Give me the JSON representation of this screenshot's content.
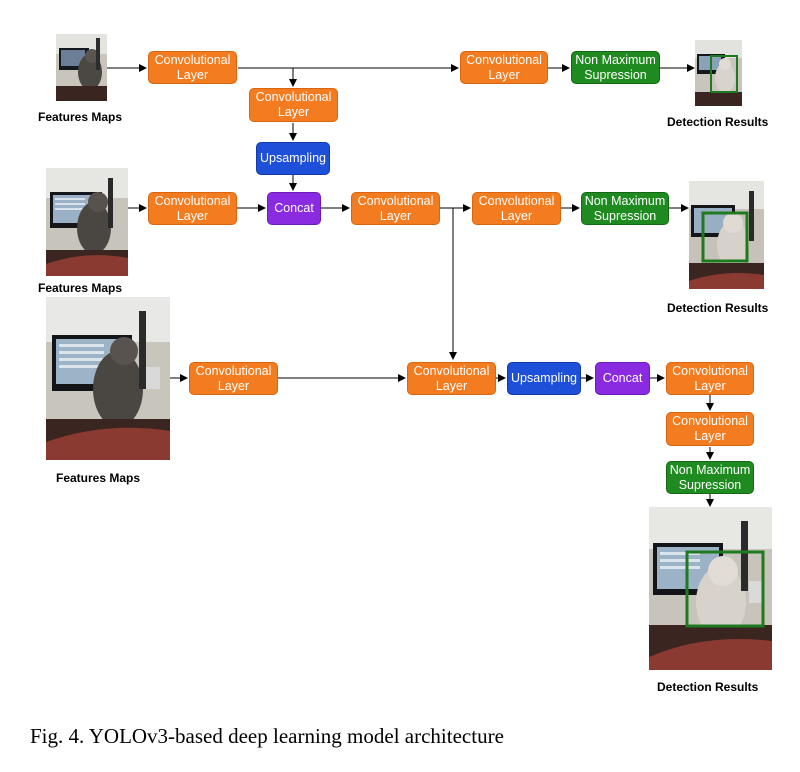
{
  "nodes": {
    "conv_label": "Convolutional\nLayer",
    "ups_label": "Upsampling",
    "concat_label": "Concat",
    "nms_label": "Non Maximum\nSupression"
  },
  "labels": {
    "features_maps": "Features Maps",
    "detection_results": "Detection Results"
  },
  "caption": "Fig. 4.  YOLOv3-based deep learning model architecture",
  "colors": {
    "conv": "#f47c20",
    "upsampling": "#1e4fd8",
    "concat": "#8a2be2",
    "nms": "#1f8a1f",
    "detection_box": "#1f7a1f"
  }
}
